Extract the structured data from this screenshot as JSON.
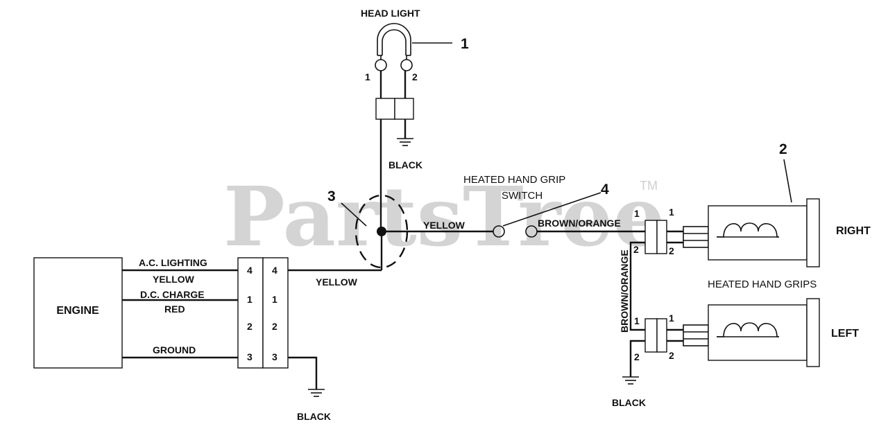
{
  "watermark": {
    "text": "PartsTree",
    "tm": "TM"
  },
  "callouts": {
    "c1": "1",
    "c2": "2",
    "c3": "3",
    "c4": "4"
  },
  "headlight": {
    "title": "HEAD LIGHT",
    "pin1": "1",
    "pin2": "2",
    "ground_label": "BLACK"
  },
  "engine": {
    "label": "ENGINE",
    "ac_lighting": "A.C. LIGHTING",
    "yellow": "YELLOW",
    "dc_charge": "D.C. CHARGE",
    "red": "RED",
    "ground": "GROUND",
    "connector_left": [
      "4",
      "1",
      "2",
      "3"
    ],
    "connector_right": [
      "4",
      "1",
      "2",
      "3"
    ],
    "ground_label": "BLACK"
  },
  "wires": {
    "yellow_main": "YELLOW",
    "yellow_switch": "YELLOW",
    "brown_orange_h": "BROWN/ORANGE",
    "brown_orange_v": "BROWN/ORANGE"
  },
  "switch": {
    "line1": "HEATED HAND GRIP",
    "line2": "SWITCH"
  },
  "grips": {
    "title": "HEATED HAND GRIPS",
    "right": "RIGHT",
    "left": "LEFT",
    "right_pins": [
      "1",
      "1",
      "2",
      "2"
    ],
    "left_pins": [
      "1",
      "1",
      "2",
      "2"
    ],
    "ground_label": "BLACK"
  }
}
